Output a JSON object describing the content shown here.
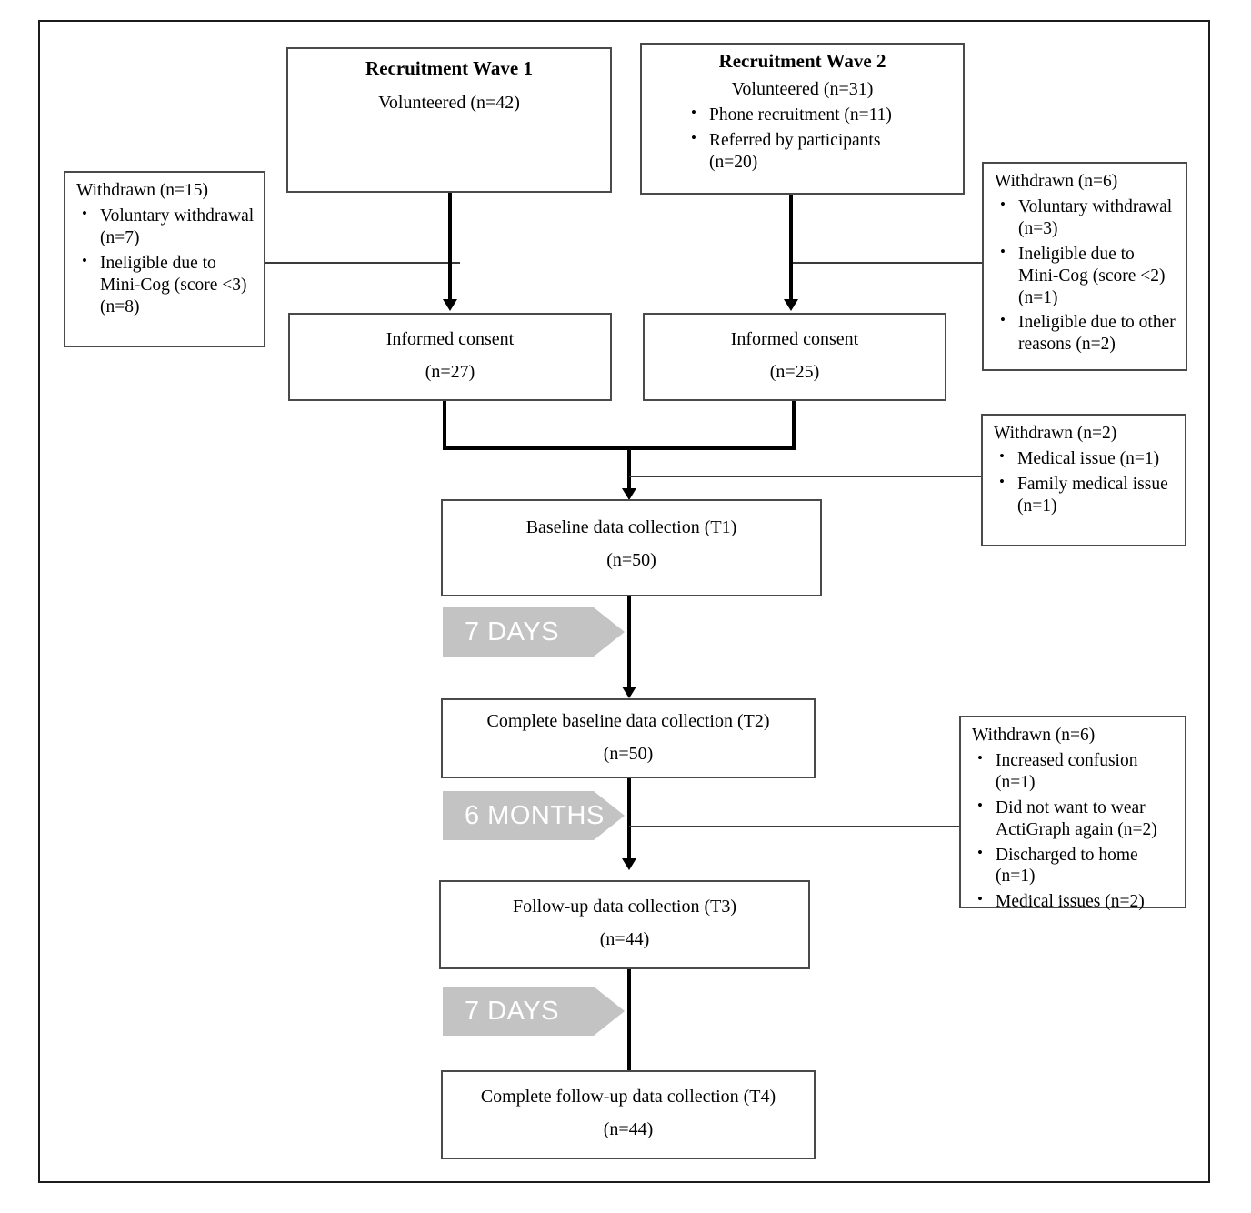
{
  "figure": {
    "type": "participant-flow-diagram",
    "accent_gray": "#c3c3c3",
    "line_color": "#000000",
    "box_border": "#4a4a4a"
  },
  "wave1": {
    "title": "Recruitment Wave 1",
    "line1": "Volunteered (n=42)"
  },
  "wave2": {
    "title": "Recruitment Wave 2",
    "line1": "Volunteered (n=31)",
    "bullets": [
      "Phone recruitment (n=11)",
      "Referred by participants"
    ],
    "bullet2_cont": "(n=20)"
  },
  "withdrawn_left": {
    "head": "Withdrawn (n=15)",
    "bullets": [
      "Voluntary withdrawal (n=7)",
      "Ineligible due to Mini-Cog (score <3) (n=8)"
    ]
  },
  "withdrawn_right_top": {
    "head": "Withdrawn (n=6)",
    "bullets": [
      "Voluntary withdrawal (n=3)",
      "Ineligible due to Mini-Cog (score <2) (n=1)",
      "Ineligible due to other reasons (n=2)"
    ]
  },
  "consent_left": {
    "line1": "Informed consent",
    "line2": "(n=27)"
  },
  "consent_right": {
    "line1": "Informed consent",
    "line2": "(n=25)"
  },
  "withdrawn_mid_right": {
    "head": "Withdrawn (n=2)",
    "bullets": [
      "Medical issue (n=1)",
      "Family medical issue (n=1)"
    ]
  },
  "t1": {
    "line1": "Baseline data collection (T1)",
    "line2": "(n=50)"
  },
  "chevron1": {
    "label": "7 DAYS"
  },
  "t2": {
    "line1": "Complete baseline data collection (T2)",
    "line2": "(n=50)"
  },
  "chevron2": {
    "label": "6 MONTHS"
  },
  "withdrawn_lower_right": {
    "head": "Withdrawn (n=6)",
    "bullets": [
      "Increased confusion (n=1)",
      "Did not want to wear ActiGraph again (n=2)",
      "Discharged to home (n=1)",
      "Medical issues (n=2)"
    ]
  },
  "t3": {
    "line1": "Follow-up data collection (T3)",
    "line2": "(n=44)"
  },
  "chevron3": {
    "label": "7 DAYS"
  },
  "t4": {
    "line1": "Complete follow-up data collection (T4)",
    "line2": "(n=44)"
  }
}
